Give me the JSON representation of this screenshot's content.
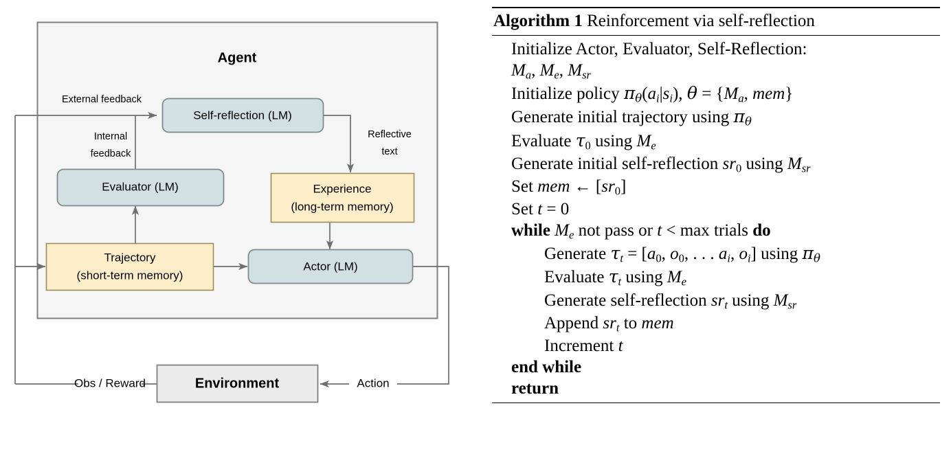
{
  "diagram": {
    "container_label": "Agent",
    "environment_label": "Environment",
    "nodes": {
      "self_reflection": "Self-reflection (LM)",
      "evaluator": "Evaluator (LM)",
      "experience_line1": "Experience",
      "experience_line2": "(long-term memory)",
      "trajectory_line1": "Trajectory",
      "trajectory_line2": "(short-term memory)",
      "actor": "Actor (LM)"
    },
    "edge_labels": {
      "external_feedback": "External feedback",
      "internal_feedback_line1": "Internal",
      "internal_feedback_line2": "feedback",
      "reflective_text_line1": "Reflective",
      "reflective_text_line2": "text",
      "obs_reward": "Obs / Reward",
      "action": "Action"
    },
    "colors": {
      "agent_fill": "#f5f5f5",
      "agent_stroke": "#7f7f7f",
      "lm_fill": "#d3e0e3",
      "lm_stroke": "#7f8b8d",
      "memory_fill": "#fdeec9",
      "memory_stroke": "#9a8c5c",
      "environment_fill": "#ececec",
      "environment_stroke": "#7f7f7f",
      "edge_stroke": "#6e6e6e"
    }
  },
  "algorithm": {
    "title_prefix": "Algorithm 1",
    "title_text": "Reinforcement via self-reflection",
    "lines": [
      {
        "id": "init-models",
        "indent": 0,
        "text": "Initialize Actor, Evaluator, Self-Reflection:"
      },
      {
        "id": "models-list",
        "indent": 0,
        "text": "Ma, Me, Msr"
      },
      {
        "id": "init-policy",
        "indent": 0,
        "text": "Initialize policy πθ(ai|si), θ = {Ma, mem}"
      },
      {
        "id": "gen-initial-traj",
        "indent": 0,
        "text": "Generate initial trajectory using πθ"
      },
      {
        "id": "eval-tau0",
        "indent": 0,
        "text": "Evaluate τ0 using Me"
      },
      {
        "id": "gen-initial-sr",
        "indent": 0,
        "text": "Generate initial self-reflection sr0 using Msr"
      },
      {
        "id": "set-mem",
        "indent": 0,
        "text": "Set mem ← [sr0]"
      },
      {
        "id": "set-t",
        "indent": 0,
        "text": "Set t = 0"
      },
      {
        "id": "while",
        "indent": 0,
        "text": "while Me not pass or t < max trials do"
      },
      {
        "id": "gen-tau-t",
        "indent": 1,
        "text": "Generate τt = [a0, o0, . . . ai, oi] using πθ"
      },
      {
        "id": "eval-tau-t",
        "indent": 1,
        "text": "Evaluate τt using Me"
      },
      {
        "id": "gen-sr-t",
        "indent": 1,
        "text": "Generate self-reflection srt using Msr"
      },
      {
        "id": "append-sr",
        "indent": 1,
        "text": "Append srt to mem"
      },
      {
        "id": "increment",
        "indent": 1,
        "text": "Increment t"
      },
      {
        "id": "end-while",
        "indent": 0,
        "text": "end while"
      },
      {
        "id": "return",
        "indent": 0,
        "text": "return"
      }
    ]
  }
}
